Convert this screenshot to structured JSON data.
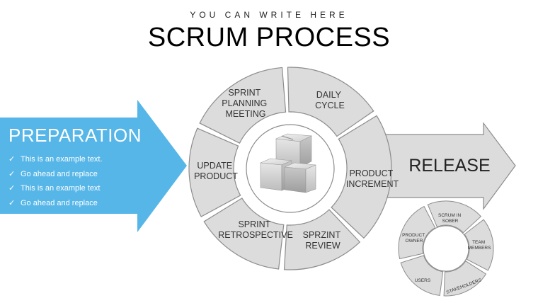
{
  "header": {
    "subtitle": "YOU CAN WRITE HERE",
    "title": "SCRUM PROCESS"
  },
  "preparation": {
    "title": "PREPARATION",
    "items": [
      "This is an example text.",
      "Go ahead and replace",
      "This is an example text",
      "Go ahead and replace"
    ]
  },
  "release": {
    "label": "RELEASE"
  },
  "cycle": {
    "sprint_planning": [
      "SPRINT",
      "PLANNING",
      "MEETING"
    ],
    "daily_cycle": [
      "DAILY",
      "CYCLE"
    ],
    "product_increment": [
      "PRODUCT",
      "INCREMENT"
    ],
    "sprzint_review": [
      "SPRZINT",
      "REVIEW"
    ],
    "sprint_retrospective": [
      "SPRINT",
      "RETROSPECTIVE"
    ],
    "update_product": [
      "UPDATE",
      "PRODUCT"
    ]
  },
  "roles": {
    "scrum_in_sober": [
      "SCRUM  IN",
      "SOBER"
    ],
    "team_members": [
      "TEAM",
      "MEMBERS"
    ],
    "stakeholders": [
      "STAKEHOLDERS"
    ],
    "users": [
      "USERS"
    ],
    "product_owner": [
      "PRODUCT",
      "OWNER"
    ]
  },
  "colors": {
    "accent_blue": "#56b6e8",
    "segment_fill": "#dcdcdc",
    "segment_stroke": "#8c8c8c",
    "text_dark": "#333333"
  }
}
